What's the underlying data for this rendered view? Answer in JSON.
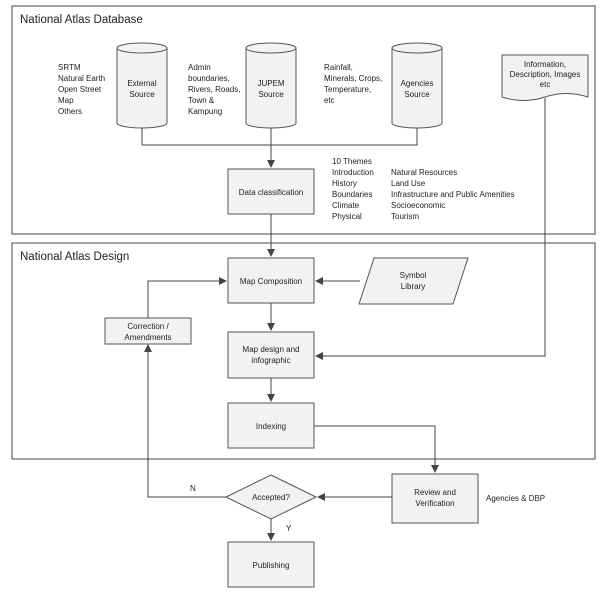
{
  "sections": {
    "database_title": "National Atlas Database",
    "design_title": "National Atlas Design"
  },
  "sources": {
    "external": {
      "label_lines": [
        "External",
        "Source"
      ],
      "notes": [
        "SRTM",
        "Natural Earth",
        "Open Street",
        "Map",
        "Others"
      ]
    },
    "jupem": {
      "label_lines": [
        "JUPEM",
        "Source"
      ],
      "notes": [
        "Admin",
        "boundaries,",
        "Rivers, Roads,",
        "Town &",
        "Kampung"
      ]
    },
    "agencies": {
      "label_lines": [
        "Agencies",
        "Source"
      ],
      "notes": [
        "Rainfall,",
        "Minerals, Crops,",
        "Temperature,",
        "etc"
      ]
    },
    "information": {
      "label_lines": [
        "Information,",
        "Description, Images",
        "etc"
      ]
    }
  },
  "themes": {
    "heading": "10 Themes",
    "col1": [
      "Introduction",
      "History",
      "Boundaries",
      "Climate",
      "Physical"
    ],
    "col2": [
      "Natural Resources",
      "Land Use",
      "Infrastructure and Public Amenities",
      "Socioeconomic",
      "Tourism"
    ]
  },
  "process": {
    "data_classification": [
      "Data classification"
    ],
    "map_composition": [
      "Map Composition"
    ],
    "symbol_library": [
      "Symbol",
      "Library"
    ],
    "correction": [
      "Correction /",
      "Amendments"
    ],
    "map_design": [
      "Map design and",
      "infographic"
    ],
    "indexing": [
      "Indexing"
    ],
    "review": [
      "Review and",
      "Verification"
    ],
    "review_note": "Agencies & DBP",
    "accepted": "Accepted?",
    "no_label": "N",
    "yes_label": "Y",
    "publishing": [
      "Publishing"
    ]
  },
  "colors": {
    "box_fill": "#f2f2f2",
    "stroke": "#444444"
  }
}
